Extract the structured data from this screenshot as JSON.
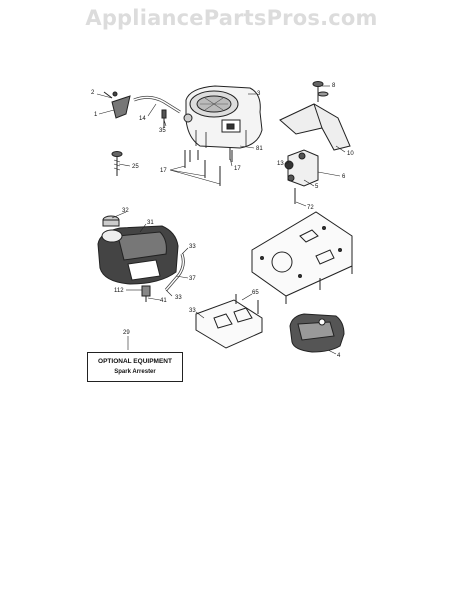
{
  "watermark": "AppliancePartsPros.com",
  "callouts": [
    {
      "id": "c2a",
      "text": "2"
    },
    {
      "id": "c1",
      "text": "1"
    },
    {
      "id": "c14",
      "text": "14"
    },
    {
      "id": "c3",
      "text": "3"
    },
    {
      "id": "c35",
      "text": "35"
    },
    {
      "id": "c81",
      "text": "81"
    },
    {
      "id": "c17a",
      "text": "17"
    },
    {
      "id": "c17b",
      "text": "17"
    },
    {
      "id": "c25",
      "text": "25"
    },
    {
      "id": "c8",
      "text": "8"
    },
    {
      "id": "c10",
      "text": "10"
    },
    {
      "id": "c13",
      "text": "13"
    },
    {
      "id": "c6",
      "text": "6"
    },
    {
      "id": "c5",
      "text": "5"
    },
    {
      "id": "c72",
      "text": "72"
    },
    {
      "id": "c32",
      "text": "32"
    },
    {
      "id": "c31",
      "text": "31"
    },
    {
      "id": "c33a",
      "text": "33"
    },
    {
      "id": "c37",
      "text": "37"
    },
    {
      "id": "c112",
      "text": "112"
    },
    {
      "id": "c41",
      "text": "41"
    },
    {
      "id": "c33b",
      "text": "33"
    },
    {
      "id": "c33c",
      "text": "33"
    },
    {
      "id": "c65",
      "text": "65"
    },
    {
      "id": "c4",
      "text": "4"
    },
    {
      "id": "c29",
      "text": "29"
    }
  ],
  "optional_box": {
    "title": "OPTIONAL EQUIPMENT",
    "item": "Spark Arrester"
  }
}
